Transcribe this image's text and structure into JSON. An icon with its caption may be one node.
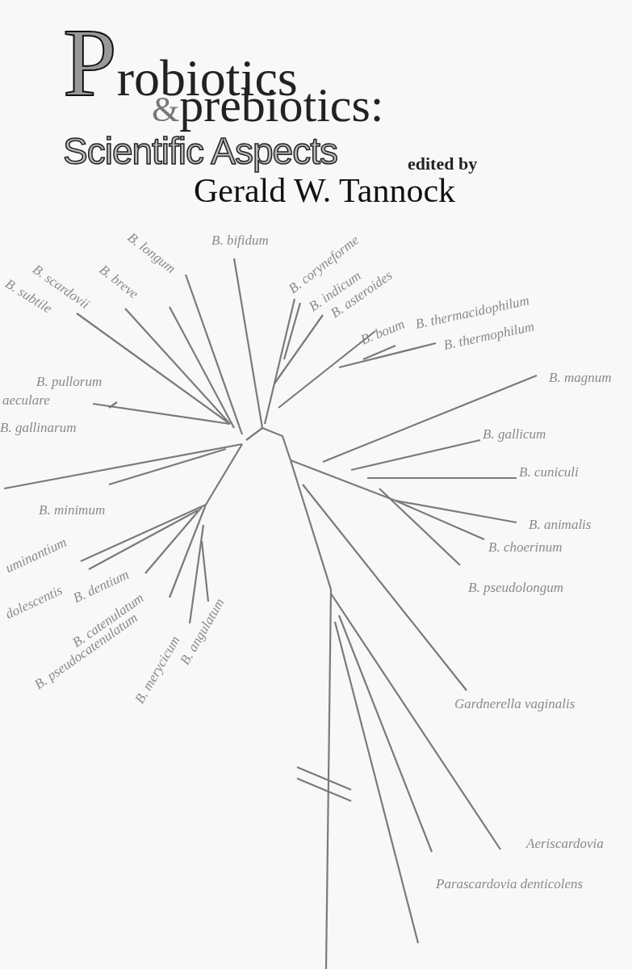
{
  "diagram": {
    "title": "Probiotics &prebiotics: Scientific Aspects",
    "labels": [
      "edited by",
      "Gerald W. Tannock",
      "B. longum",
      "B. bifidum",
      "B. coryneforme",
      "B. indicum",
      "B. asteroides",
      "B. scardovii",
      "B. breve",
      "B. subtile",
      "B. boum",
      "B. thermacidophilum",
      "B. thermophilum",
      "B. magnum",
      "B. pullorum",
      "aeculare",
      "B. gallinarum",
      "B. gallicum",
      "B. cuniculi",
      "B. minimum",
      "B. animalis",
      "B. choerinum",
      "uminantium",
      "dolescentis",
      "B. dentium",
      "B. pseudolongum",
      "B. catenulatum",
      "B. pseudocatenulatum",
      "B. merycicum",
      "B. angulatum",
      "Gardnerella vaginalis",
      "Aeriscardovia",
      "Parascardovia denticolens"
    ]
  }
}
